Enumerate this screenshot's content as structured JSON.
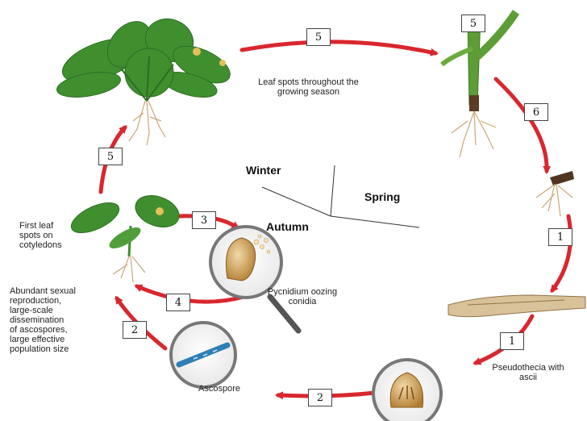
{
  "diagram": {
    "seasons": {
      "winter": "Winter",
      "spring": "Spring",
      "autumn": "Autumn"
    },
    "labels": {
      "leaf_spots_season": "Leaf spots throughout the\ngrowing season",
      "first_leaf_spots": "First leaf\nspots on\ncotyledons",
      "sexual_reproduction": "Abundant sexual\nreproduction,\nlarge-scale\ndissemination\nof ascospores,\nlarge effective\npopulation size",
      "pycnidium": "Pycnidium oozing\nconidia",
      "pseudothecia": "Pseudothecia with\nascii",
      "ascospore": "Ascospore"
    },
    "steps": {
      "top": "5",
      "stem": "5",
      "stem_base": "6",
      "right_upper": "1",
      "right_lower": "1",
      "bottom": "2",
      "left_lower": "2",
      "left_upper": "5",
      "conidia_out": "3",
      "conidia_back": "4"
    },
    "colors": {
      "arrow": "#d9272e",
      "leaf": "#3f8f2f",
      "leaf_dark": "#2c6e22",
      "root": "#c9a877",
      "lesion": "#e3c05a",
      "lens_rim": "#777777"
    }
  }
}
